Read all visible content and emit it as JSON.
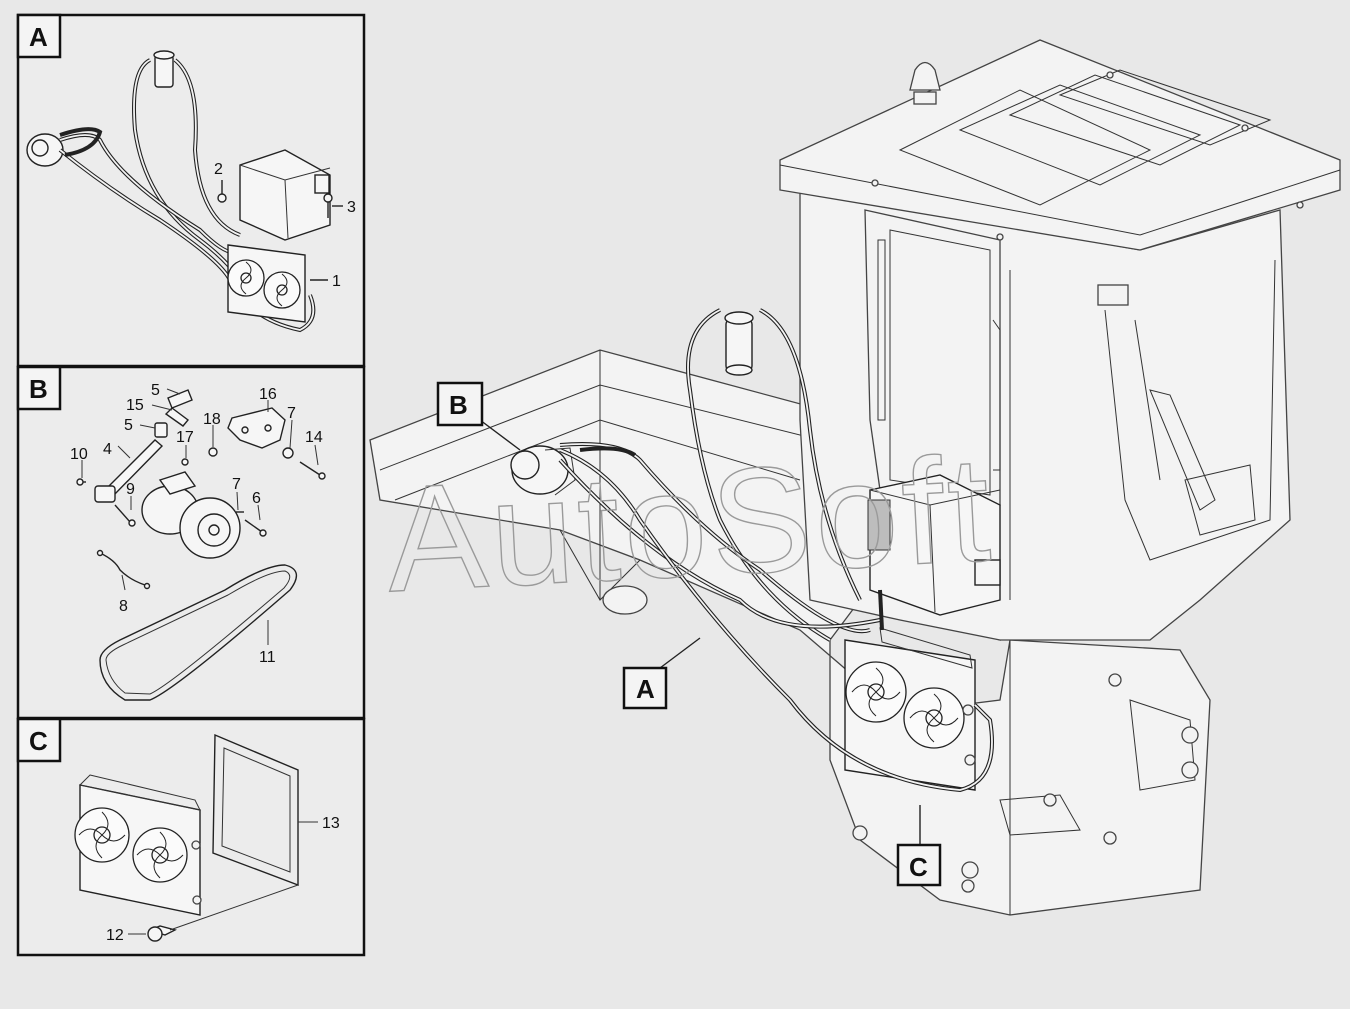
{
  "panels": [
    {
      "id": "A",
      "label": "A"
    },
    {
      "id": "B",
      "label": "B"
    },
    {
      "id": "C",
      "label": "C"
    }
  ],
  "main_callouts": {
    "a": "A",
    "b": "B",
    "c": "C"
  },
  "parts": {
    "p1": "1",
    "p2": "2",
    "p3": "3",
    "p4": "4",
    "p5a": "5",
    "p5b": "5",
    "p6": "6",
    "p7a": "7",
    "p7b": "7",
    "p8": "8",
    "p9": "9",
    "p10": "10",
    "p11": "11",
    "p12": "12",
    "p13": "13",
    "p14": "14",
    "p15": "15",
    "p16": "16",
    "p17": "17",
    "p18": "18"
  },
  "watermark": "AutoSoft",
  "colors": {
    "background": "#e8e8e8",
    "line": "#222222",
    "frame": "#111111"
  }
}
